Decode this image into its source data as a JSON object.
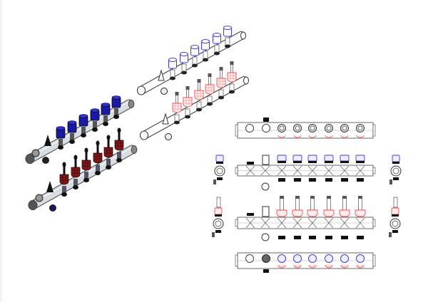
{
  "drawing": {
    "ports_per_manifold": 6,
    "colors": {
      "supply_cap_solid": "#1a1aa8",
      "return_valve_solid": "#8a1a1a",
      "supply_cap_line": "#3a3aff",
      "return_valve_line": "#ff4a4a",
      "body_fill": "#d8dde2",
      "outline": "#222222",
      "black_part": "#111111"
    },
    "views": [
      "isometric-shaded",
      "isometric-wireframe",
      "top-view",
      "front-view-supply",
      "front-view-return",
      "bottom-view",
      "side-view-left",
      "side-view-right"
    ]
  }
}
